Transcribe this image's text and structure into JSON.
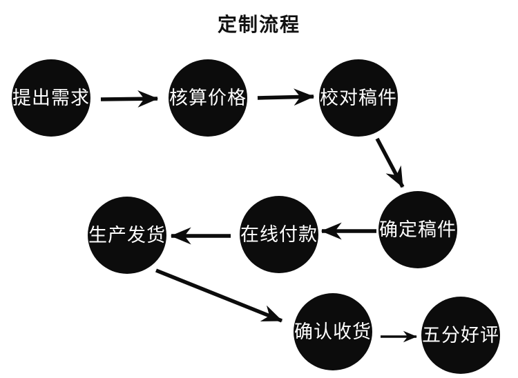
{
  "title": "定制流程",
  "colors": {
    "background": "#ffffff",
    "node_fill": "#0c0c0c",
    "node_text": "#ffffff",
    "arrow": "#0c0c0c",
    "title_text": "#111111"
  },
  "nodes": [
    {
      "id": "step-1",
      "label": "提出需求"
    },
    {
      "id": "step-2",
      "label": "核算价格"
    },
    {
      "id": "step-3",
      "label": "校对稿件"
    },
    {
      "id": "step-4",
      "label": "确定稿件"
    },
    {
      "id": "step-5",
      "label": "在线付款"
    },
    {
      "id": "step-6",
      "label": "生产发货"
    },
    {
      "id": "step-7",
      "label": "确认收货"
    },
    {
      "id": "step-8",
      "label": "五分好评"
    }
  ],
  "connections": [
    {
      "from": "提出需求",
      "to": "核算价格"
    },
    {
      "from": "核算价格",
      "to": "校对稿件"
    },
    {
      "from": "校对稿件",
      "to": "确定稿件"
    },
    {
      "from": "确定稿件",
      "to": "在线付款"
    },
    {
      "from": "在线付款",
      "to": "生产发货"
    },
    {
      "from": "生产发货",
      "to": "确认收货"
    },
    {
      "from": "确认收货",
      "to": "五分好评"
    }
  ]
}
